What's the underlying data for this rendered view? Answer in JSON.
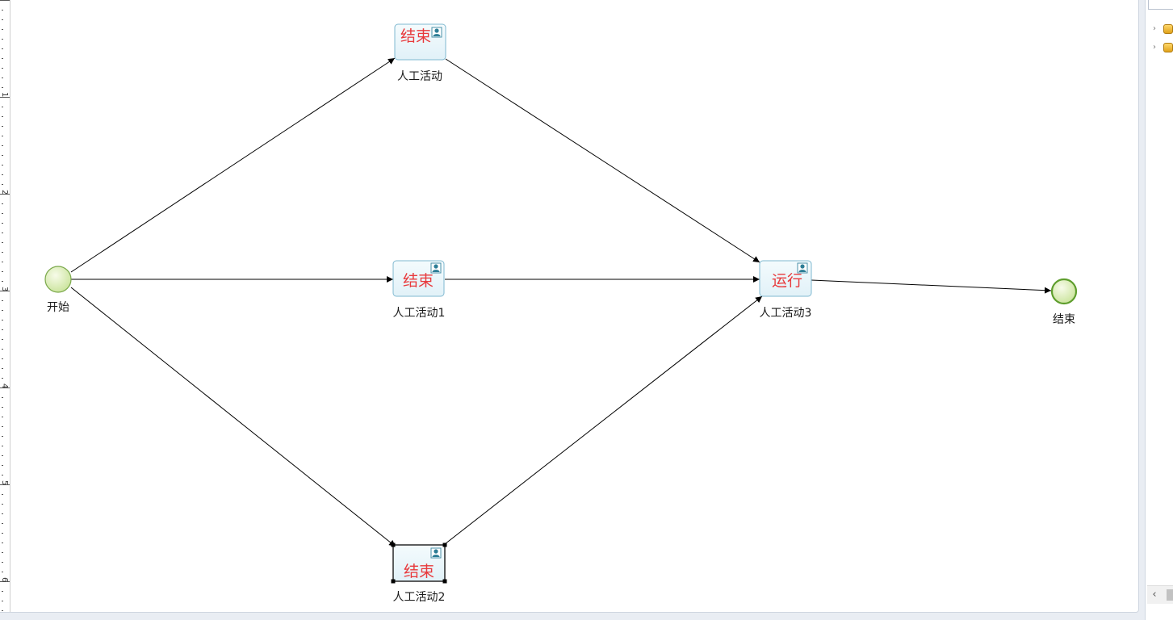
{
  "diagram": {
    "start_event": {
      "label": "开始"
    },
    "end_event": {
      "label": "结束"
    },
    "tasks": [
      {
        "label": "人工活动",
        "status": "结束"
      },
      {
        "label": "人工活动1",
        "status": "结束"
      },
      {
        "label": "人工活动2",
        "status": "结束"
      },
      {
        "label": "人工活动3",
        "status": "运行"
      }
    ]
  },
  "ruler": {
    "labels": [
      "1",
      "2",
      "3",
      "4",
      "5",
      "6"
    ]
  },
  "side_panel": {
    "tree_items": [
      {
        "icon": "package-icon"
      },
      {
        "icon": "package-icon"
      }
    ],
    "scroll_left_glyph": "‹"
  },
  "colors": {
    "task_status_text": "#e8393c",
    "event_stroke": "#5f9e2e",
    "event_fill": "#d6ebb0",
    "task_border": "#7fb8d0",
    "task_fill": "#eaf6fb",
    "edge": "#000000"
  }
}
